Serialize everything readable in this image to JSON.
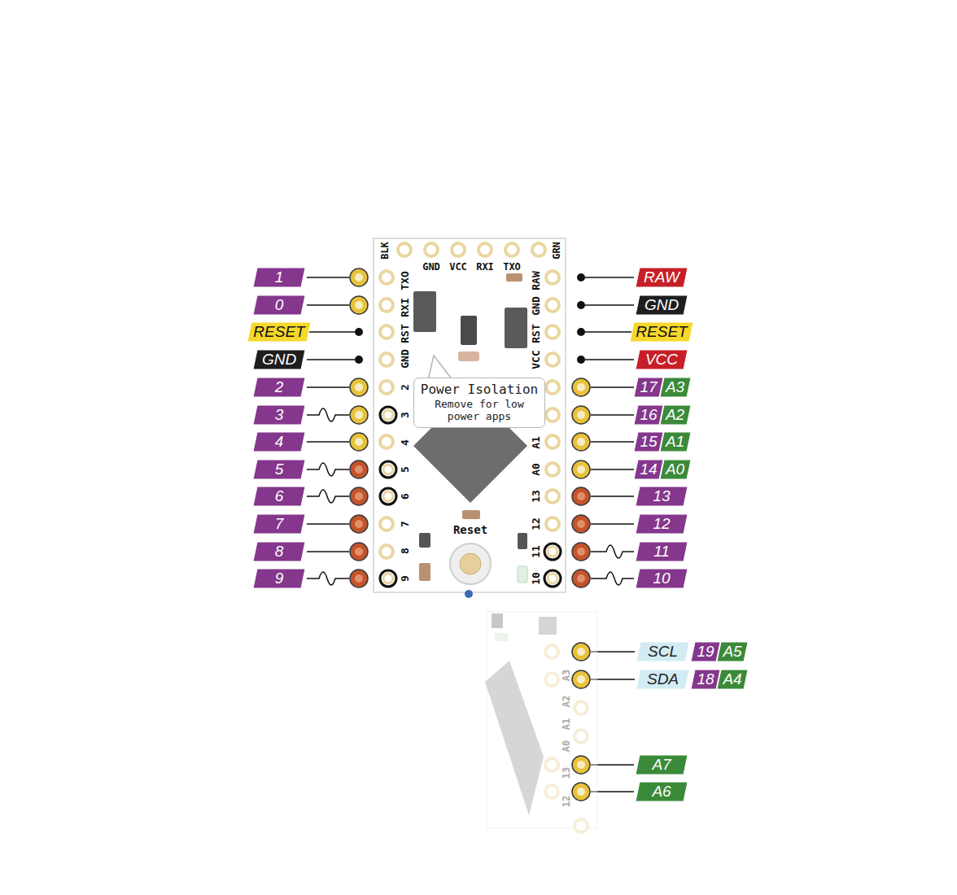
{
  "diagram": {
    "nodes": [
      {
        "text": [
          "1"
        ]
      },
      {
        "text": [
          "0"
        ]
      },
      {
        "text": [
          "RESET"
        ]
      },
      {
        "text": [
          "GND"
        ]
      },
      {
        "text": [
          "2"
        ]
      },
      {
        "text": [
          "3"
        ]
      },
      {
        "text": [
          "4"
        ]
      },
      {
        "text": [
          "5"
        ]
      },
      {
        "text": [
          "6"
        ]
      },
      {
        "text": [
          "7"
        ]
      },
      {
        "text": [
          "8"
        ]
      },
      {
        "text": [
          "9"
        ]
      },
      {
        "text": [
          "RAW"
        ]
      },
      {
        "text": [
          "GND"
        ]
      },
      {
        "text": [
          "RESET"
        ]
      },
      {
        "text": [
          "VCC"
        ]
      },
      {
        "text": [
          "17"
        ]
      },
      {
        "text": [
          "A3"
        ]
      },
      {
        "text": [
          "16"
        ]
      },
      {
        "text": [
          "A2"
        ]
      },
      {
        "text": [
          "15"
        ]
      },
      {
        "text": [
          "A1"
        ]
      },
      {
        "text": [
          "14"
        ]
      },
      {
        "text": [
          "A0"
        ]
      },
      {
        "text": [
          "13"
        ]
      },
      {
        "text": [
          "12"
        ]
      },
      {
        "text": [
          "11"
        ]
      },
      {
        "text": [
          "10"
        ]
      },
      {
        "text": [
          "Power Isolation",
          "Remove for low power apps"
        ]
      },
      {
        "text": [
          "SCL"
        ]
      },
      {
        "text": [
          "19"
        ]
      },
      {
        "text": [
          "A5"
        ]
      },
      {
        "text": [
          "SDA"
        ]
      },
      {
        "text": [
          "18"
        ]
      },
      {
        "text": [
          "A4"
        ]
      },
      {
        "text": [
          "A7"
        ]
      },
      {
        "text": [
          "A6"
        ]
      }
    ],
    "labels": [
      "BLK",
      "GND",
      "VCC",
      "RXI",
      "TXO",
      "GRN",
      "TXO",
      "RXI",
      "RST",
      "GND",
      "2",
      "3",
      "4",
      "5",
      "6",
      "7",
      "8",
      "9",
      "RAW",
      "GND",
      "RST",
      "VCC",
      "A1",
      "A0",
      "13",
      "12",
      "11",
      "10",
      "Reset",
      "A3",
      "A2",
      "A1",
      "A0",
      "13",
      "12"
    ]
  }
}
